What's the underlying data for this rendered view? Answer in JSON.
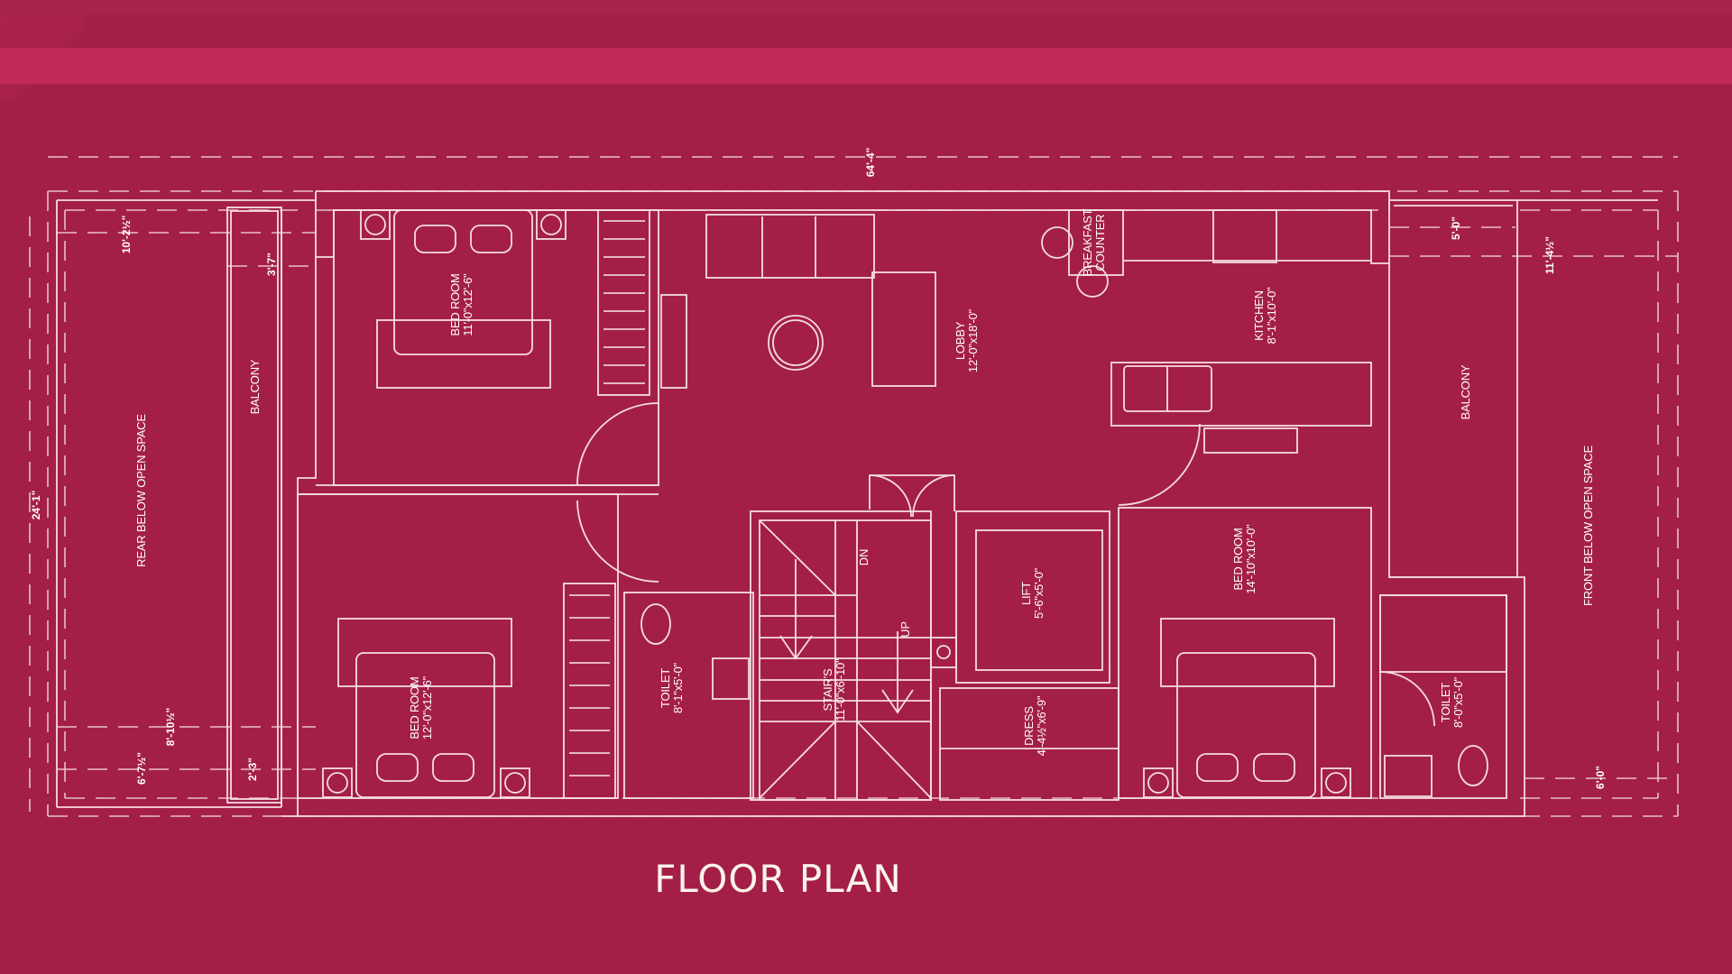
{
  "title": "FLOOR PLAN",
  "colors": {
    "background": "#a41f48",
    "lines": "#f5dce4",
    "text": "#ffffff",
    "title": "#fbf3ea",
    "pattern": "#c42b5a"
  },
  "dimensions": {
    "overall_width": "64'-4\"",
    "overall_depth": "24'-1\"",
    "rear_top": "10'-2½\"",
    "rear_balcony": "3'-7\"",
    "rear_bottom_1": "8'-10½\"",
    "rear_bottom_2": "6'-7½\"",
    "rear_balcony_bottom": "2'-3\"",
    "front_balcony": "5'-0\"",
    "front_top": "11'-4½\"",
    "front_bottom": "6'-0\""
  },
  "rooms": {
    "rear_open_space": {
      "name": "REAR BELOW OPEN SPACE"
    },
    "rear_balcony": {
      "name": "BALCONY"
    },
    "bedroom_1": {
      "name": "BED ROOM",
      "size": "11'-0\"x12'-6\""
    },
    "bedroom_2": {
      "name": "BED ROOM",
      "size": "12'-0\"x12'-6\""
    },
    "lobby": {
      "name": "LOBBY",
      "size": "12'-0\"x18'-0\""
    },
    "breakfast_counter": {
      "name": "BREAKFAST",
      "name2": "COUNTER"
    },
    "kitchen": {
      "name": "KITCHEN",
      "size": "8'-1\"x10'-0\""
    },
    "front_balcony": {
      "name": "BALCONY"
    },
    "front_open_space": {
      "name": "FRONT BELOW OPEN SPACE"
    },
    "toilet_1": {
      "name": "TOILET",
      "size": "8'-1\"x5'-0\""
    },
    "stairs": {
      "name": "STAIR'S",
      "size": "11'-0\"x6'-10\"",
      "dn": "DN",
      "up": "UP"
    },
    "lift": {
      "name": "LIFT",
      "size": "5'-6\"x5'-0\""
    },
    "dress": {
      "name": "DRESS",
      "size": "4'-4½\"x6'-9\""
    },
    "bedroom_3": {
      "name": "BED ROOM",
      "size": "14'-10\"x10'-0\""
    },
    "toilet_2": {
      "name": "TOILET",
      "size": "8'-0\"x5'-0\""
    }
  }
}
